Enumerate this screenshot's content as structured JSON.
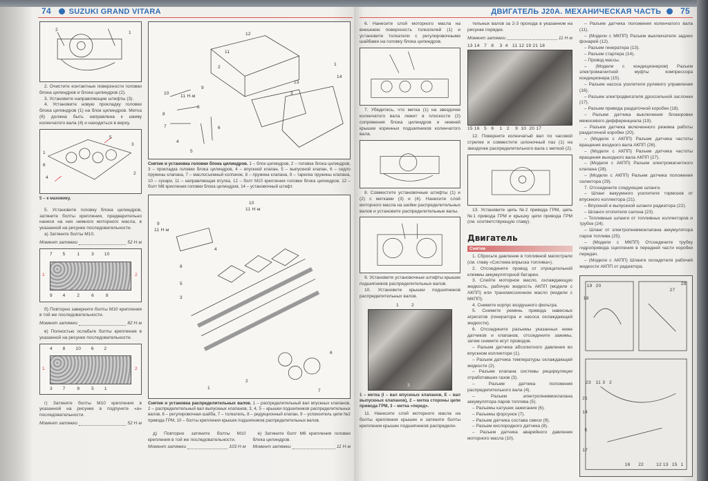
{
  "left_page": {
    "page_number": "74",
    "title": "SUZUKI GRAND VITARA",
    "col1": {
      "fig1_labels": [
        "2",
        "1"
      ],
      "steps_2_4": [
        "2. Очистите контактные поверхности головки блока цилиндров и блока цилиндров (2).",
        "3. Установите направляющие штифты (3).",
        "4. Установите новую прокладку головки блока цилиндров (1) на блок цилиндров. Метка (6) должна быть направлена к шкиву коленчатого вала (4) и находиться в верху."
      ],
      "fig2_labels": [
        "5",
        "3",
        "1",
        "6",
        "2",
        "4"
      ],
      "fig2_caption": "5 – к маховику.",
      "step5": [
        "5. Установите головку блока цилиндров, затяните болты крепления, предварительно нанеся на них немного моторного масла, в указанной на рисунке последовательности.",
        "а) Затяните болты M10."
      ],
      "torque_a": {
        "label": "Момент затяжки",
        "value": "52 Н·м"
      },
      "fig3_top": "7       5        1        3       10",
      "fig3_bottom": "9       4        2        6        8",
      "fig3_left": "1",
      "fig3_right": "2",
      "step_b": [
        "б) Повторно заверните болты M10 крепления в той же последовательности."
      ],
      "torque_b": {
        "label": "Момент затяжки",
        "value": "82 Н·м"
      },
      "step_v": [
        "в) Полностью ослабьте болты крепления в указанной на рисунке последовательности."
      ],
      "fig4_top": "4       8       10       6       2",
      "fig4_bottom": "3       7        9        5       1",
      "fig4_left": "1",
      "fig4_right": "2",
      "step_g": [
        "г) Затяните болты M10 крепления в указанной на рисунке в подпункте «а» последовательности."
      ],
      "torque_g": {
        "label": "Момент затяжки",
        "value": "52 Н·м"
      }
    },
    "col2": {
      "fig_head_labels": [
        "12",
        "11",
        "2",
        "1",
        "14",
        "13",
        "11 Н·м",
        "10",
        "9",
        "8",
        "8",
        "7",
        "3",
        "6",
        "5",
        "4"
      ],
      "fig_head_caption_bold": "Снятие и установка головки блока цилиндров.",
      "fig_head_caption": " 1 – блок цилиндров, 2 – головка блока цилиндров, 3 – прокладка головки блока цилиндров, 4 – впускной клапан, 5 – выпускной клапан, 6 – седло пружины клапана, 7 – маслосъемный колпачок, 8 – пружина клапана, 9 – тарелка пружины клапана, 10 – сухари, 11 – направляющая втулка, 12 – болт M10 крепления головки блока цилиндров, 12 – болт M8 крепления головки блока цилиндров, 14 – установочный штифт.",
      "fig_cam_labels": [
        "10",
        "11 Н·м",
        "9",
        "11 Н·м",
        "8",
        "5",
        "4",
        "3",
        "1",
        "2",
        "6",
        "7"
      ],
      "fig_cam_caption_bold": "Снятие и установка распределительных валов.",
      "fig_cam_caption": " 1 – распределительный вал впускных клапанов, 2 – распределительный вал выпускных клапанов, 3, 4, 5 – крышки подшипников распределительных валов, 6 – регулировочная шайба, 7 – толкатель, 8 – редукционный клапан, 9 – успокоитель цепи №2 привода ГРМ, 10 – болты крепления крышек подшипников распределительных валов.",
      "step_d": [
        "д) Повторно затяните болты M10 крепления в той же последовательности."
      ],
      "torque_d": {
        "label": "Момент затяжки",
        "value": "103 Н·м"
      },
      "step_e": [
        "е) Затяните болт M6 крепления головки блока цилиндров."
      ],
      "torque_e": {
        "label": "Момент затяжки",
        "value": "11 Н·м"
      }
    }
  },
  "right_page": {
    "page_number": "75",
    "title": "ДВИГАТЕЛЬ J20A. МЕХАНИЧЕСКАЯ ЧАСТЬ",
    "colA": {
      "step6": [
        "6. Нанесите слой моторного масла на внешнюю поверхность толкателей (1) и установите толкатели с регулировочными шайбами на головку блока цилиндров."
      ],
      "step7": [
        "7. Убедитесь, что метка (1) на звездочке коленчатого вала лежит в плоскости (2) сопряжения блока цилиндров и нижней крышки коренных подшипников коленчатого вала."
      ],
      "step8": [
        "8. Совместите установочные штифты (1) и (2) с метками (3) и (4). Нанесите слой моторного масла на шейки распределительных валов и установите распределительные валы."
      ],
      "step9_10": [
        "9. Установите установочные штифты крышек подшипников распределительных валов.",
        "10. Установите крышки подшипников распределительных валов."
      ],
      "photo_labels": [
        "1",
        "2",
        "3"
      ],
      "photo_caption": "1 – метка (I – вал впускных клапанов, E – вал выпускных клапанов), 2 – метка стороны цепи привода ГРМ, 3 – метка «перед».",
      "step11": [
        "11. Нанесите слой моторного масла на болты крепления крышек и затяните болты крепления крышек подшипников распредели-"
      ]
    },
    "colB": {
      "cont": [
        "тельных валов за 2-3 прохода в указанном на рисунке порядке."
      ],
      "torque": {
        "label": "Момент затяжки",
        "value": "11 Н·м"
      },
      "photo_top": "13 14   7   8    3  4   11 12 19 21 18",
      "photo_bottom": "15 16   5   6    1   2    9  10  20 17",
      "step12": [
        "12. Поверните коленчатый вал по часовой стрелке и совместите шпоночный паз (1) на звездочке распределительного вала с меткой (2)."
      ],
      "step13": [
        "13. Установите цепь №2 привода ГРМ, цепь №1 привода ГРМ и крышку цепи привода ГРМ (см. соответствующую главу)."
      ],
      "section": "Двигатель",
      "subsection": "Снятие",
      "removal": [
        "1. Сбросьте давление в топливной магистрали (см. главу «Система впрыска топлива»).",
        "2. Отсоедините провод от отрицательной клеммы аккумуляторной батареи.",
        "3. Слейте моторное масло, охлаждающую жидкость, рабочую жидкость АКПП (модели с АКПП) или трансмиссионное масло (модели с МКПП).",
        "4. Снимите корпус воздушного фильтра.",
        "5. Снимите ремень привода навесных агрегатов (генератора и насоса охлаждающей жидкости).",
        "6. Отсоедините разъемы указанных ниже датчиков и клапанов, отсоедините зажимы, затем снимите жгут проводов.",
        "– Разъем датчика абсолютного давления во впускном коллекторе (1).",
        "– Разъем датчика температуры охлаждающей жидкости (2).",
        "– Разъем клапана системы рециркуляции отработавших газов (3).",
        "– Разъем датчика положения распределительного вала (4).",
        "– Разъем электропневмоклапана аккумулятора паров топлива (5).",
        "– Разъемы катушек зажигания (6).",
        "– Разъемы форсунок (7).",
        "– Разъем датчика состава смеси (9).",
        "– Разъем кислородного датчика (8).",
        "– Разъем датчика аварийного давления моторного масла (10)."
      ]
    },
    "colC": {
      "list": [
        "– Разъем датчика положения коленчатого вала (11).",
        "– (Модели с МКПП) Разъем выключателя задних фонарей (12).",
        "– Разъем генератора (13).",
        "– Разъем стартера (14).",
        "– Провод массы.",
        "– (Модели с кондиционером) Разъем электромагнитной муфты компрессора кондиционера (15).",
        "– Разъем насоса усилителя рулевого управления (16).",
        "– Разъем электродвигателя дроссельной заслонки (17).",
        "– Разъем привода раздаточной коробки (18).",
        "– Разъем датчика выключения блокировки межосевого дифференциала (19).",
        "– Разъем датчика включенного режима работы раздаточной коробки (20).",
        "– (Модели с АКПП) Разъем датчика частоты вращения входного вала АКПП (26).",
        "– (Модели с АКПП) Разъем датчика частоты вращения выходного вала АКПП (27).",
        "– (Модели с АКПП) Разъем электромагнитного клапана (28).",
        "– (Модели с АКПП) Разъем датчика положения селектора (29).",
        "7. Отсоедините следующие шланги.",
        "– Шланг вакуумного усилителя тормозов от впускного коллектора (21).",
        "– Впускной и выпускной шланги радиатора (22).",
        "– Шланги отопителя салона (23).",
        "– Топливные шланги от топливных коллекторов и трубок (24).",
        "– Шланг от электропневмоклапана аккумулятора паров топлива (25).",
        "– (Модели с МКПП) Отсоедините трубку гидропривода сцепления в передней части коробки передач.",
        "– (Модели с АКПП) Шланги охладителя рабочей жидкости АКПП от радиатора."
      ],
      "fig_labels": [
        "19",
        "20",
        "18",
        "28",
        "27",
        "23",
        "11",
        "3",
        "2",
        "21",
        "14",
        "5",
        "17",
        "16",
        "22",
        "12",
        "13",
        "15",
        "1"
      ]
    }
  },
  "colors": {
    "header_blue": "#2f6db3",
    "rule_red": "#d8564a"
  }
}
